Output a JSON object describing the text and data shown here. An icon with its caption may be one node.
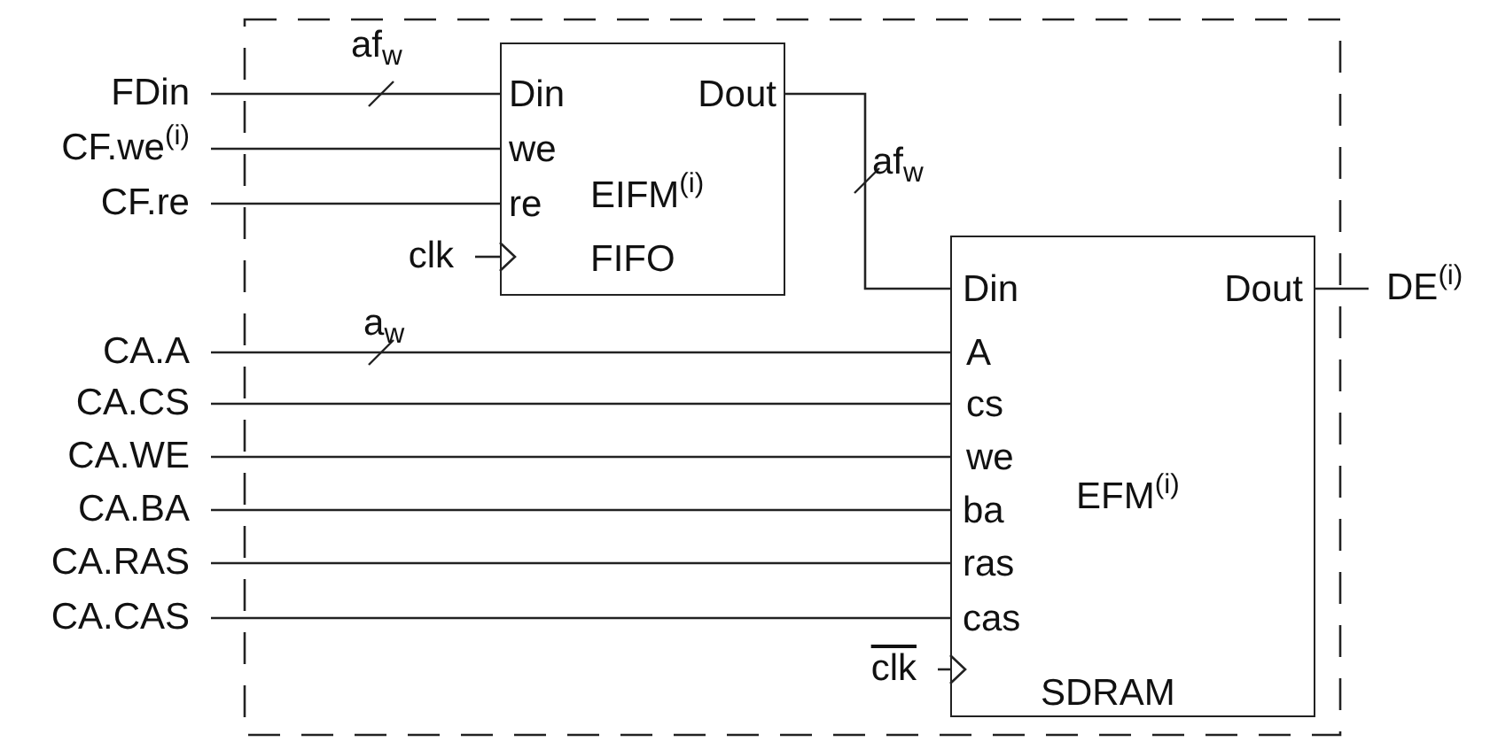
{
  "diagram": {
    "nodes": [
      {
        "text": [],
        "shape": "box"
      },
      {
        "text": [
          "Din",
          "we",
          "re",
          "EIFM$^{(i)}$",
          "FIFO",
          "Dout"
        ],
        "in": 0
      },
      {
        "text": [
          "Din",
          "A",
          "cs",
          "we",
          "ba",
          "ras",
          "cas",
          "EFM$^{(i)}$",
          "SDRAM",
          "Dout"
        ],
        "in": 0
      },
      {
        "text": [
          "FDin"
        ]
      },
      {
        "text": [
          "CF.we$^{(i)}$"
        ]
      },
      {
        "text": [
          "CF.re"
        ]
      },
      {
        "text": [
          "clk"
        ],
        "in": 0
      },
      {
        "text": [
          "CA.A"
        ]
      },
      {
        "text": [
          "CA.CS"
        ]
      },
      {
        "text": [
          "CA.WE"
        ]
      },
      {
        "text": [
          "CA.BA"
        ]
      },
      {
        "text": [
          "CA.RAS"
        ]
      },
      {
        "text": [
          "CA.CAS"
        ]
      },
      {
        "text": [
          "clk"
        ],
        "in": 0
      },
      {
        "text": [
          "DE$^{(i)}$"
        ]
      }
    ],
    "edges": [
      {
        "from": 3,
        "to": 1,
        "arrow": "none",
        "label": "af$_{w}$"
      },
      {
        "from": 4,
        "to": 1,
        "arrow": "none"
      },
      {
        "from": 5,
        "to": 1,
        "arrow": "none"
      },
      {
        "from": 6,
        "to": 1,
        "arrow": "to"
      },
      {
        "from": 1,
        "to": 2,
        "arrow": "none",
        "label": "af$_{w}$"
      },
      {
        "from": 7,
        "to": 2,
        "arrow": "none",
        "label": "a$_{w}$"
      },
      {
        "from": 8,
        "to": 2,
        "arrow": "none"
      },
      {
        "from": 9,
        "to": 2,
        "arrow": "none"
      },
      {
        "from": 10,
        "to": 2,
        "arrow": "none"
      },
      {
        "from": 11,
        "to": 2,
        "arrow": "none"
      },
      {
        "from": 12,
        "to": 2,
        "arrow": "none"
      },
      {
        "from": 13,
        "to": 2,
        "arrow": "to"
      },
      {
        "from": 2,
        "to": 14,
        "arrow": "none"
      }
    ]
  }
}
